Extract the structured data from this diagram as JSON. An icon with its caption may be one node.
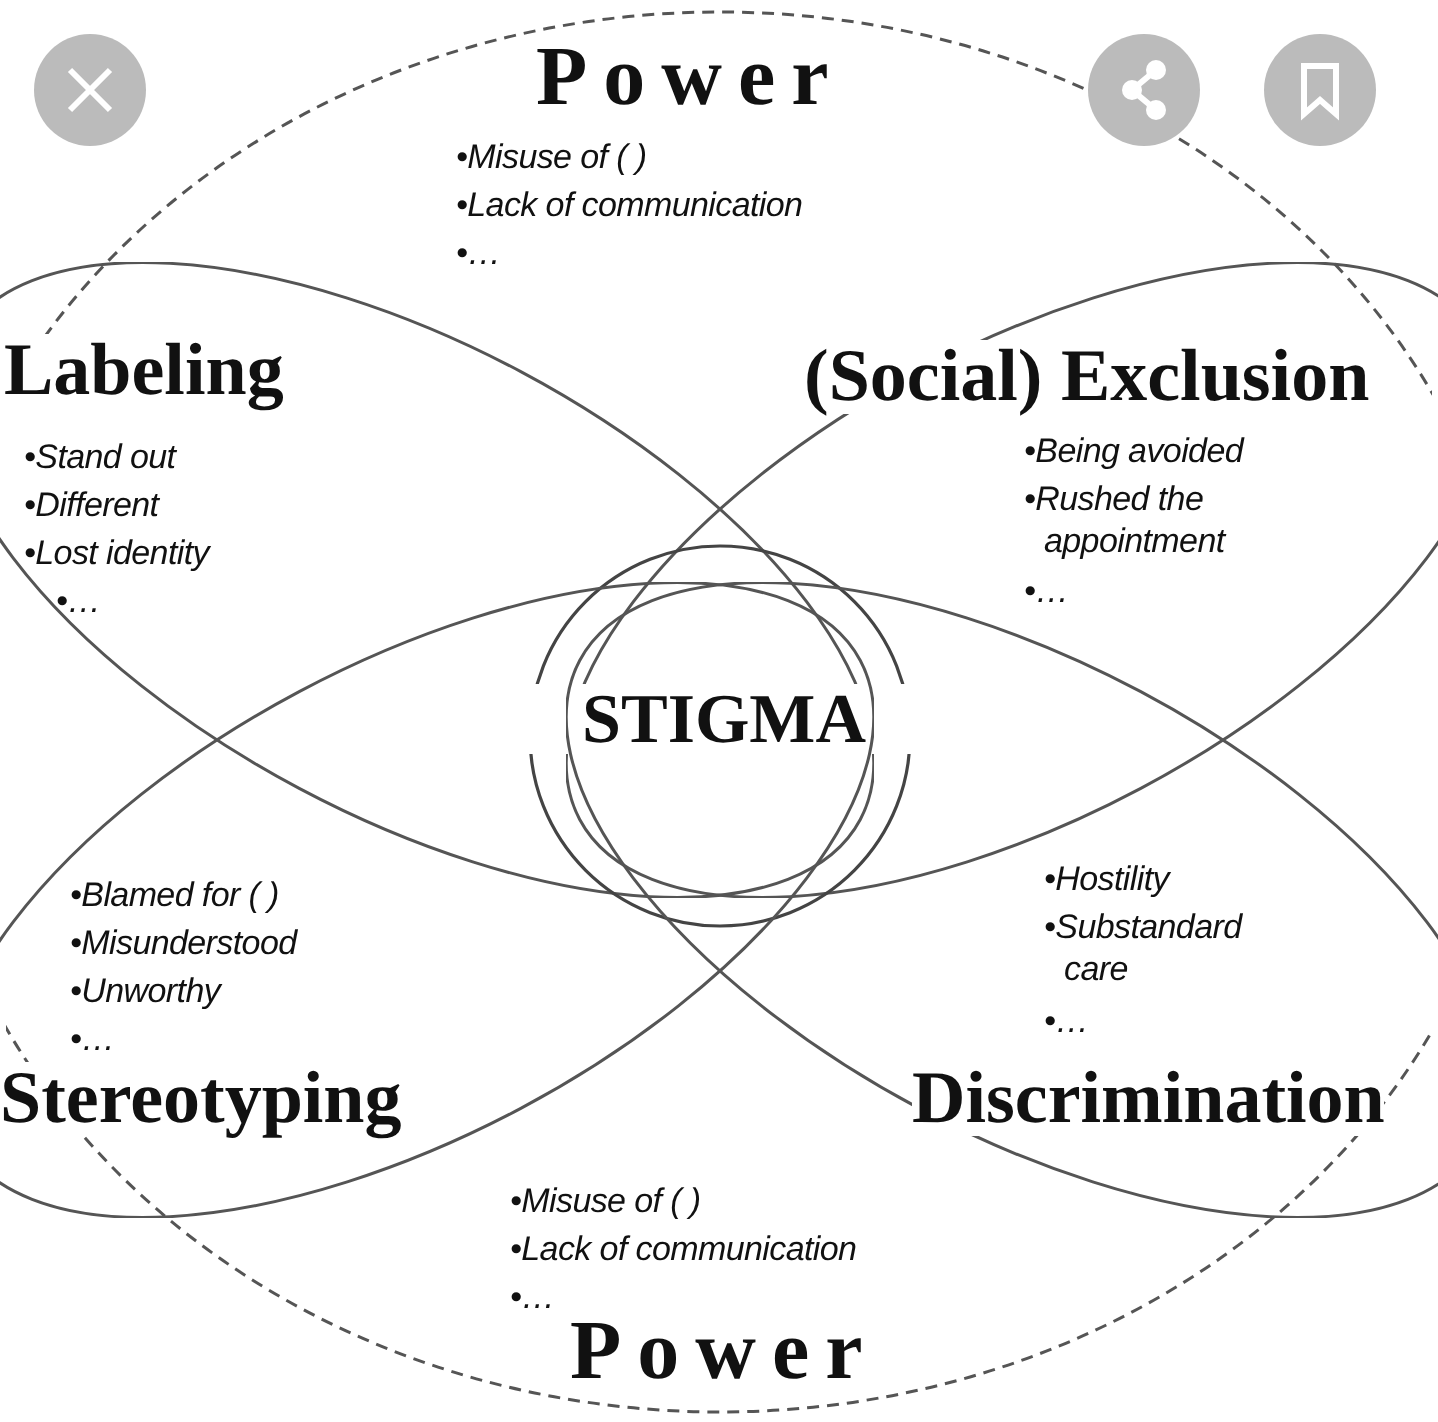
{
  "diagram": {
    "nodes": [
      {
        "text": [
          "Power",
          "•Misuse of ( )",
          "•Lack of communication",
          "•…",
          "•Misuse of ( )",
          "•Lack of communication",
          "•…",
          "Power"
        ]
      },
      {
        "text": [
          "Labeling",
          "•Stand out",
          "•Different",
          "•Lost identity",
          "•…"
        ],
        "in": 0
      },
      {
        "text": [
          "(Social) Exclusion",
          "•Being avoided",
          "•Rushed the appointment",
          "•…"
        ],
        "in": 0
      },
      {
        "text": [
          "STIGMA"
        ],
        "in": 0
      },
      {
        "text": [
          "•Blamed for ( )",
          "•Misunderstood",
          "•Unworthy",
          "•…",
          "Stereotyping"
        ],
        "in": 0
      },
      {
        "text": [
          "•Hostility",
          "•Substandard care",
          "•…",
          "Discrimination"
        ],
        "in": 0
      }
    ]
  }
}
